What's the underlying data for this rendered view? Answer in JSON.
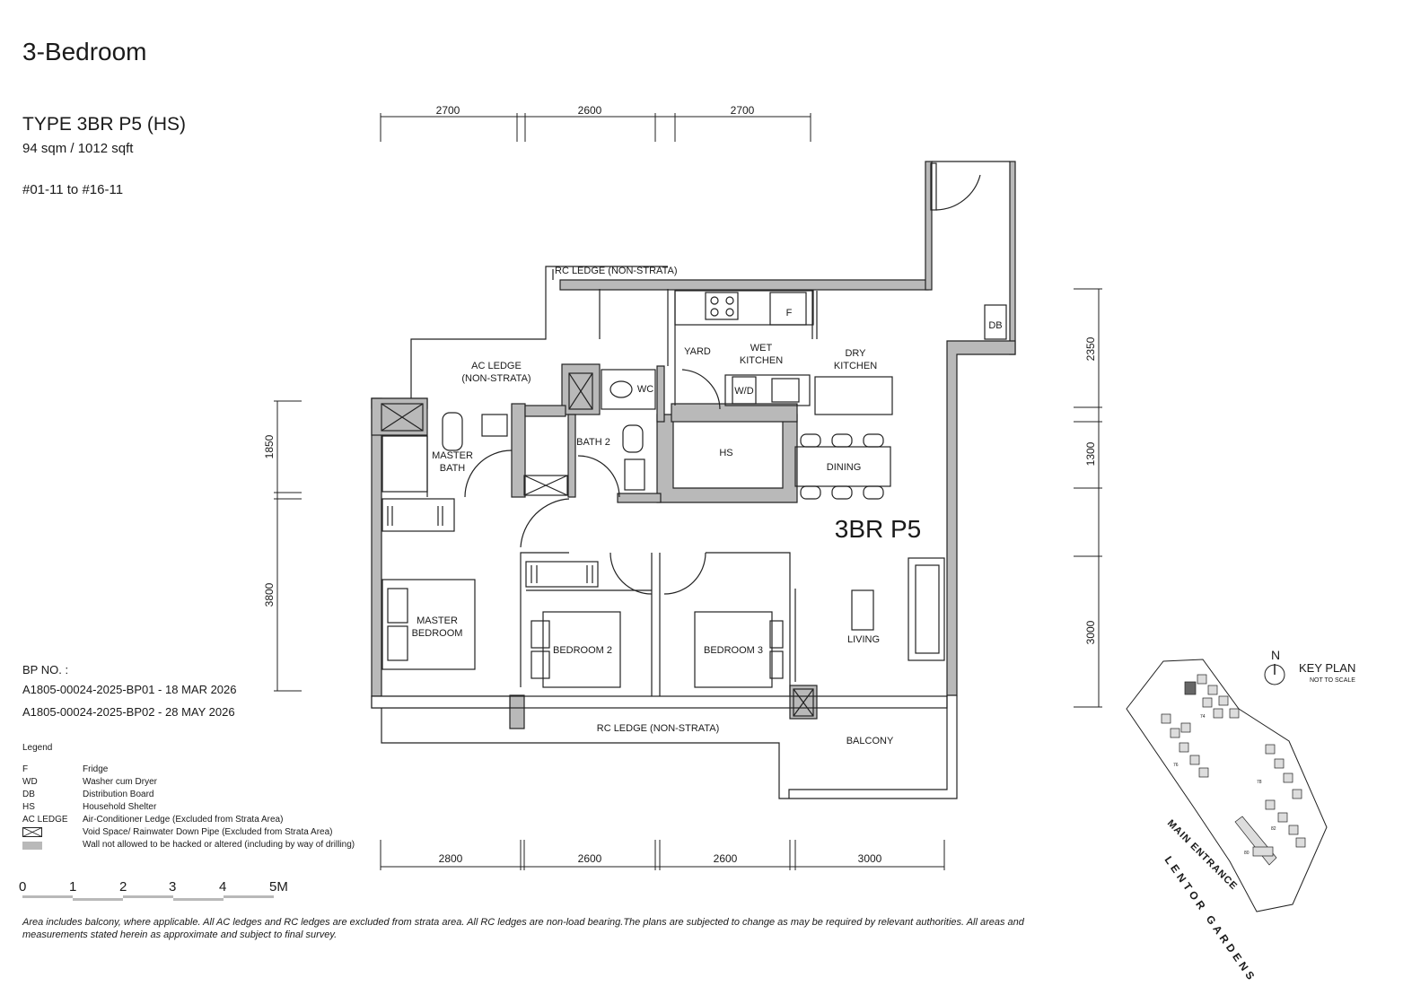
{
  "header": {
    "title": "3-Bedroom",
    "unit_type": "TYPE 3BR P5 (HS)",
    "area": "94 sqm / 1012 sqft",
    "unit_range": "#01-11 to #16-11"
  },
  "bp": {
    "label": "BP NO. :",
    "items": [
      "A1805-00024-2025-BP01 - 18 MAR 2026",
      "A1805-00024-2025-BP02 - 28 MAY 2026"
    ]
  },
  "legend": {
    "title": "Legend",
    "items": [
      {
        "key": "F",
        "desc": "Fridge"
      },
      {
        "key": "WD",
        "desc": "Washer cum Dryer"
      },
      {
        "key": "DB",
        "desc": "Distribution Board"
      },
      {
        "key": "HS",
        "desc": "Household Shelter"
      },
      {
        "key": "AC LEDGE",
        "desc": "Air-Conditioner Ledge (Excluded from Strata Area)"
      },
      {
        "key": "",
        "desc": "Void Space/ Rainwater Down Pipe (Excluded from Strata Area)"
      },
      {
        "key": "",
        "desc": "Wall not allowed to be hacked or altered (including by way of drilling)"
      }
    ]
  },
  "scale": {
    "ticks": [
      "0",
      "1",
      "2",
      "3",
      "4",
      "5M"
    ]
  },
  "footnote": "Area includes balcony, where applicable. All AC ledges and RC ledges are excluded from strata area. All RC ledges are non-load bearing.The plans are subjected to change as may be required by relevant authorities. All areas and measurements stated herein as approximate and subject to final survey.",
  "plan": {
    "unit_label": "3BR P5",
    "rooms": {
      "rc_ledge_top": "RC LEDGE (NON-STRATA)",
      "ac_ledge_1": "AC LEDGE",
      "ac_ledge_2": "(NON-STRATA)",
      "yard": "YARD",
      "wet_kitchen_1": "WET",
      "wet_kitchen_2": "KITCHEN",
      "dry_kitchen_1": "DRY",
      "dry_kitchen_2": "KITCHEN",
      "fridge": "F",
      "db": "DB",
      "wc": "WC",
      "wd": "W/D",
      "master_bath_1": "MASTER",
      "master_bath_2": "BATH",
      "bath2": "BATH 2",
      "hs": "HS",
      "dining": "DINING",
      "master_bedroom_1": "MASTER",
      "master_bedroom_2": "BEDROOM",
      "bedroom2": "BEDROOM 2",
      "bedroom3": "BEDROOM 3",
      "living": "LIVING",
      "rc_ledge_bottom": "RC LEDGE (NON-STRATA)",
      "balcony": "BALCONY"
    },
    "dims": {
      "top": [
        "2700",
        "2600",
        "2700"
      ],
      "bottom": [
        "2800",
        "2600",
        "2600",
        "3000"
      ],
      "left": [
        "1850",
        "3800"
      ],
      "right": [
        "2350",
        "1300",
        "3000"
      ]
    }
  },
  "keyplan": {
    "north": "N",
    "title": "KEY PLAN",
    "subtitle": "NOT TO SCALE",
    "entrance": "MAIN ENTRANCE",
    "road": "LENTOR GARDENS",
    "blocks": [
      "74",
      "76",
      "78",
      "80",
      "82"
    ]
  },
  "colors": {
    "wall": "#b9b9b9",
    "line": "#222222"
  }
}
